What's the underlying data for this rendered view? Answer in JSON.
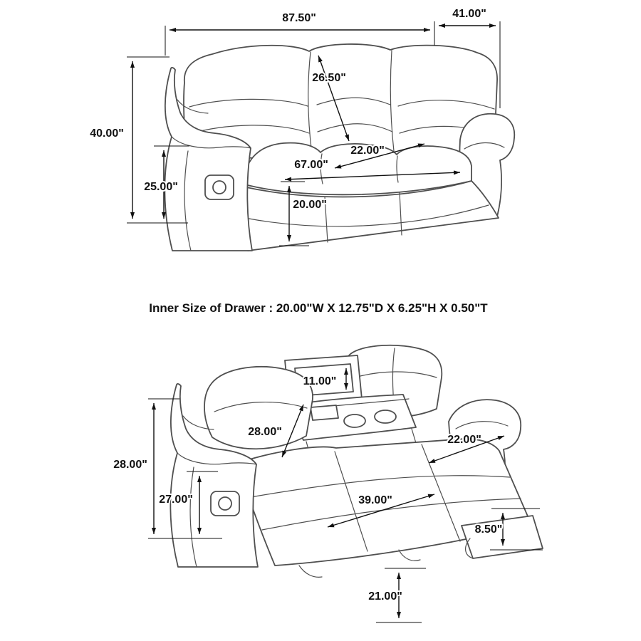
{
  "note": {
    "drawer": "Inner Size of Drawer : 20.00\"W X 12.75\"D X 6.25\"H X 0.50\"T"
  },
  "upright": {
    "overall_width": "87.50\"",
    "depth": "41.00\"",
    "overall_height": "40.00\"",
    "arm_height": "25.00\"",
    "back_cushion_height": "26.50\"",
    "seat_depth": "22.00\"",
    "inner_width": "67.00\"",
    "seat_height": "20.00\""
  },
  "reclined": {
    "console_width": "11.00\"",
    "back_height": "28.00\"",
    "overall_height": "28.00\"",
    "arm_height": "27.00\"",
    "seat_width": "22.00\"",
    "extended_length": "39.00\"",
    "footrest_height": "8.50\"",
    "floor_clearance": "21.00\""
  }
}
